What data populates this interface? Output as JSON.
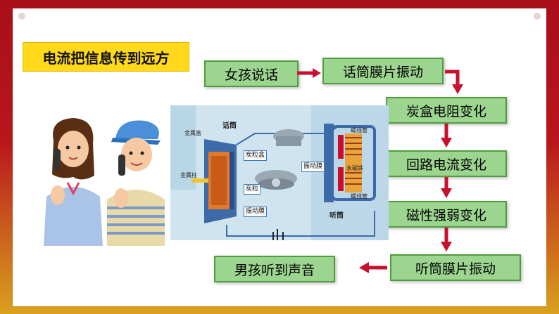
{
  "title": "电流把信息传到远方",
  "steps": {
    "girl_speaks": "女孩说话",
    "mic_vibrates": "话筒膜片振动",
    "resistance_changes": "炭盒电阻变化",
    "current_changes": "回路电流变化",
    "magnetism_changes": "磁性强弱变化",
    "receiver_vibrates": "听筒膜片振动",
    "boy_hears": "男孩听到声音"
  },
  "diagram": {
    "microphone": "话筒",
    "metal_box": "金属盒",
    "metal_post": "金属柱",
    "carbon_box": "炭粒盒",
    "carbon_grains": "炭粒",
    "diaphragm_mic": "振动膜",
    "receiver": "听筒",
    "diaphragm_rcv": "振动膜",
    "coil_top": "螺线管",
    "magnet": "永磁铁",
    "coil_bottom": "螺线管"
  },
  "colors": {
    "title_bg": "#ffd91a",
    "step_bg": "#9cd58f",
    "step_border": "#4f9d3a",
    "arrow": "#c8102e",
    "frame_red": "#b9161b",
    "frame_gold": "#d9a11f"
  }
}
